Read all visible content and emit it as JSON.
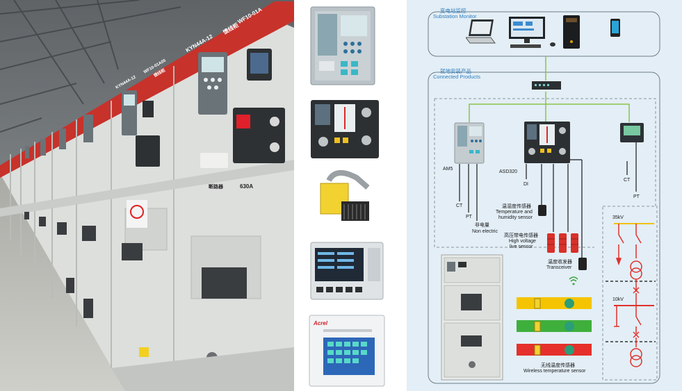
{
  "photo": {
    "banner_labels": [
      "WF10-01A",
      "KYN44A-12",
      "WF10-01A05",
      "KYN44A-12",
      "馈线柜",
      "馈线柜"
    ],
    "breaker_label": "断路器",
    "current_rating": "630A",
    "colors": {
      "banner": "#c7322b",
      "cabinet": "#e6e8e5",
      "panel_dark": "#2e3133"
    }
  },
  "products": {
    "items": [
      {
        "icon": "protection-relay-icon"
      },
      {
        "icon": "switchgear-controller-icon"
      },
      {
        "icon": "wireless-temperature-sensor-icon"
      },
      {
        "icon": "display-terminal-icon"
      },
      {
        "icon": "monitoring-cabinet-icon",
        "brand": "Acrel"
      }
    ]
  },
  "diagram": {
    "substation_monitor_cn": "变电站监控",
    "substation_monitor_en": "Substation Monitor",
    "connected_products_cn": "就地安装产品",
    "connected_products_en": "Connected Products",
    "am5": "AM5",
    "asd320": "ASD320",
    "ct_left": "CT",
    "pt_left": "PT",
    "non_electric_cn": "非电量",
    "non_electric_en": "Non electric",
    "di": "DI",
    "temp_humidity_cn": "温湿度传感器",
    "temp_humidity_en1": "Temperature and",
    "temp_humidity_en2": "humidity sensor",
    "hv_live_cn": "高压带电传感器",
    "hv_live_en1": "High voltage",
    "hv_live_en2": "live sensor",
    "transceiver_cn": "温度收发器",
    "transceiver_en": "Transceiver",
    "wireless_cn": "无线温度传感器",
    "wireless_en": "Wireless temperature sensor",
    "ct_right": "CT",
    "pt_right": "PT",
    "v35": "35kV",
    "v10": "10kV",
    "colors": {
      "header": "#2f7fbf",
      "wire": "#8bc34a",
      "sensor_red": "#d9302a",
      "bar_yellow": "#f5c400",
      "bar_green": "#3faf3c",
      "bar_red": "#e5302b",
      "single_line": "#e0312c",
      "busbar": "#f2c200"
    }
  }
}
